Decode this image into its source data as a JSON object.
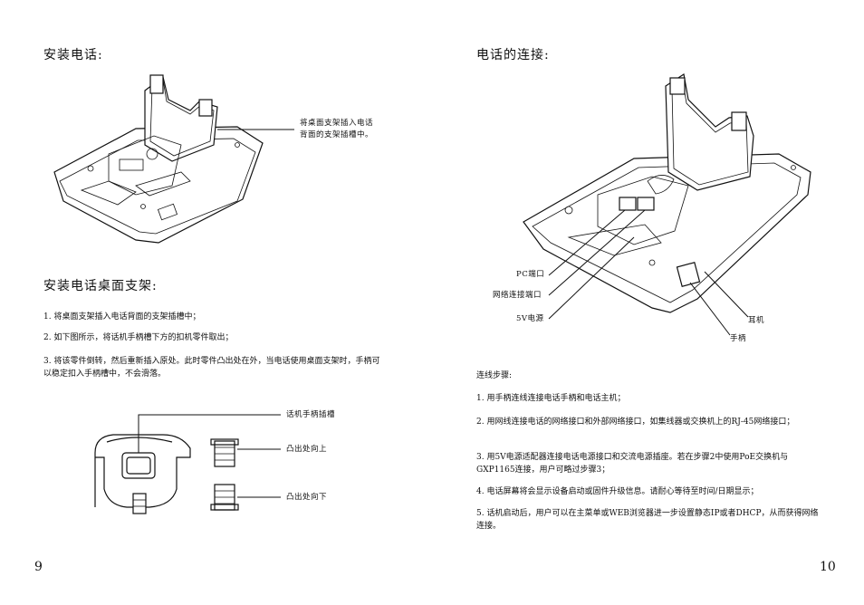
{
  "left": {
    "title1": "安装电话:",
    "install_callout": "将桌面支架插入电话背面的支架插槽中。",
    "title2": "安装电话桌面支架:",
    "steps": [
      "1. 将桌面支架插入电话背面的支架插槽中；",
      "2. 如下图所示，将话机手柄槽下方的扣机零件取出；",
      "3. 将该零件倒转，然后重新插入原处。此时零件凸出处在外，当电话使用桌面支架时，手柄可以稳定扣入手柄槽中，不会滑落。"
    ],
    "hook_labels": {
      "slot": "话机手柄插槽",
      "tab_up": "凸出处向上",
      "tab_down": "凸出处向下"
    },
    "page_number": "9"
  },
  "right": {
    "title": "电话的连接:",
    "port_labels": {
      "pc": "PC端口",
      "network": "网络连接端口",
      "power": "5V电源",
      "headset": "耳机",
      "handset": "手柄"
    },
    "steps_heading": "连线步骤:",
    "steps": [
      "1. 用手柄连线连接电话手柄和电话主机；",
      "2. 用网线连接电话的网络接口和外部网络接口，如集线器或交换机上的RJ-45网络接口；",
      "3. 用5V电源适配器连接电话电源接口和交流电源插座。若在步骤2中使用PoE交换机与GXP1165连接，用户可略过步骤3；",
      "4. 电话屏幕将会显示设备启动或固件升级信息。请耐心等待至时间/日期显示；",
      "5. 话机启动后，用户可以在主菜单或WEB浏览器进一步设置静态IP或者DHCP，从而获得网络连接。"
    ],
    "page_number": "10"
  }
}
